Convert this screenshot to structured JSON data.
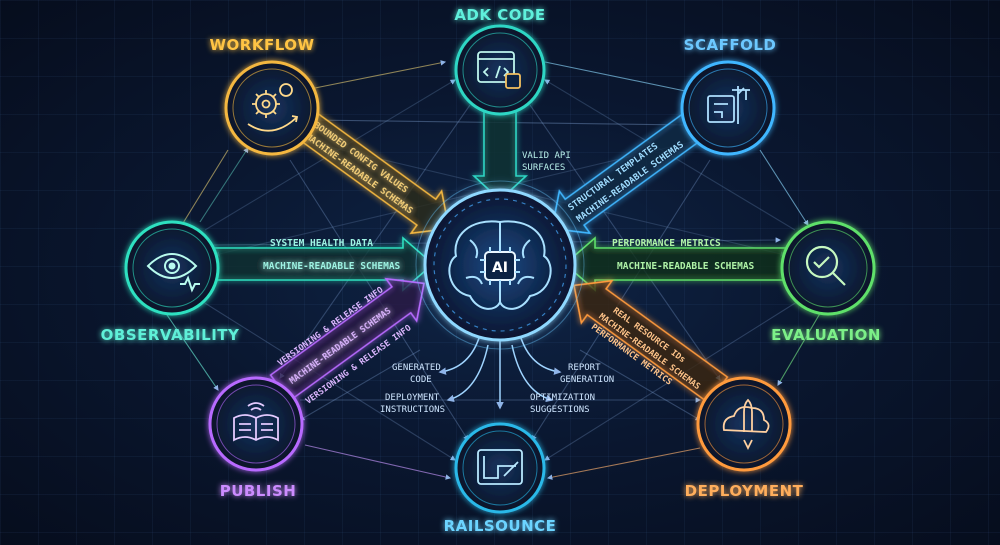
{
  "colors": {
    "workflow": "#f4b740",
    "adk": "#2fd6c4",
    "scaffold": "#3fb6ff",
    "observability": "#2fe0c0",
    "evaluation": "#5fe06a",
    "publish": "#b86bff",
    "railsource": "#2ab8e8",
    "deployment": "#ff9a3c",
    "center": "#6cc8ff"
  },
  "nodes": {
    "adk_code": "ADK CODE",
    "workflow": "WORKFLOW",
    "scaffold": "SCAFFOLD",
    "observability": "OBSERVABILITY",
    "evaluation": "EVALUATION",
    "publish": "PUBLISH",
    "deployment": "DEPLOYMENT",
    "railsource": "RAILSOUNCE"
  },
  "center": {
    "label": "AI"
  },
  "icons": {
    "adk_code": "code-window-chip-icon",
    "workflow": "gears-cycle-icon",
    "scaffold": "blueprint-crane-icon",
    "observability": "eye-pulse-icon",
    "evaluation": "magnifier-check-icon",
    "publish": "open-book-signal-icon",
    "deployment": "rocket-cloud-icon",
    "railsource": "blueprint-plan-icon",
    "center": "brain-chip-icon"
  },
  "arrows": {
    "workflow_1": "BOUNDED CONFIG VALUES",
    "workflow_2": "MACHINE-READABLE SCHEMAS",
    "adk_1": "VALID API",
    "adk_2": "SURFACES",
    "scaffold_1": "STRUCTURAL TEMPLATES",
    "scaffold_2": "MACHINE-READABLE SCHEMAS",
    "observability_1": "SYSTEM HEALTH DATA",
    "observability_2": "MACHINE-READABLE SCHEMAS",
    "evaluation_1": "PERFORMANCE METRICS",
    "evaluation_2": "MACHINE-READABLE SCHEMAS",
    "publish_1": "VERSIONING & RELEASE INFO",
    "publish_2": "MACHINE-READABLE SCHEMAS",
    "publish_3": "VERSIONING & RELEASE INFO",
    "deployment_1": "REAL RESOURCE IDs",
    "deployment_2": "MACHINE-READABLE SCHEMAS",
    "deployment_3": "PERFORMANCE METRICS"
  },
  "outputs": {
    "generated_1": "GENERATED",
    "generated_2": "CODE",
    "report_1": "REPORT",
    "report_2": "GENERATION",
    "deploy_1": "DEPLOYMENT",
    "deploy_2": "INSTRUCTIONS",
    "optim_1": "OPTIMIZATION",
    "optim_2": "SUGGESTIONS"
  }
}
